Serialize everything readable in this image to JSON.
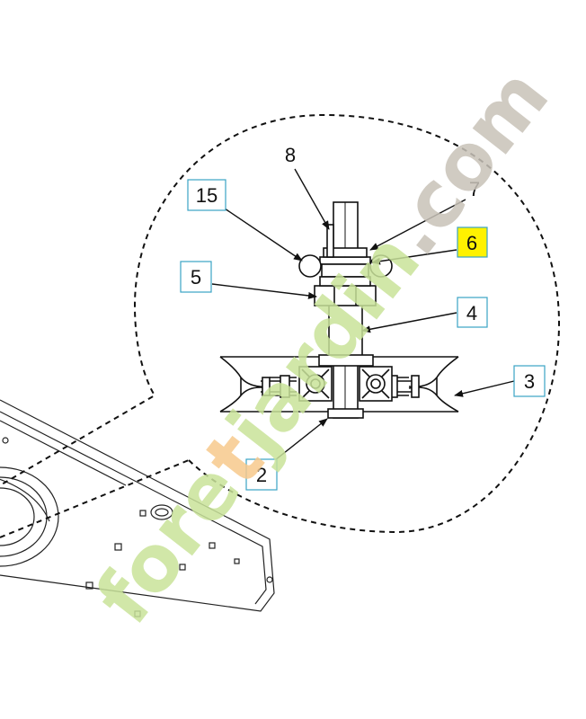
{
  "diagram": {
    "callouts": [
      {
        "id": "15",
        "label": "15",
        "boxed": true,
        "highlight": false
      },
      {
        "id": "5",
        "label": "5",
        "boxed": true,
        "highlight": false
      },
      {
        "id": "8",
        "label": "8",
        "boxed": false,
        "highlight": false
      },
      {
        "id": "7",
        "label": "7",
        "boxed": false,
        "highlight": false
      },
      {
        "id": "6",
        "label": "6",
        "boxed": true,
        "highlight": true
      },
      {
        "id": "4",
        "label": "4",
        "boxed": true,
        "highlight": false
      },
      {
        "id": "3",
        "label": "3",
        "boxed": true,
        "highlight": false
      },
      {
        "id": "2",
        "label": "2",
        "boxed": true,
        "highlight": false
      }
    ]
  },
  "watermark": {
    "text": "foretjardin.com",
    "part1": "fore",
    "part2": "t",
    "part3": "jardin",
    "part4": ".com",
    "colors": {
      "green": "#c9e39a",
      "orange": "#f7c98c",
      "gray": "#c8c2b8"
    }
  },
  "colors": {
    "line": "#111111",
    "box": "#3aa3c4",
    "highlight": "#fff200"
  }
}
